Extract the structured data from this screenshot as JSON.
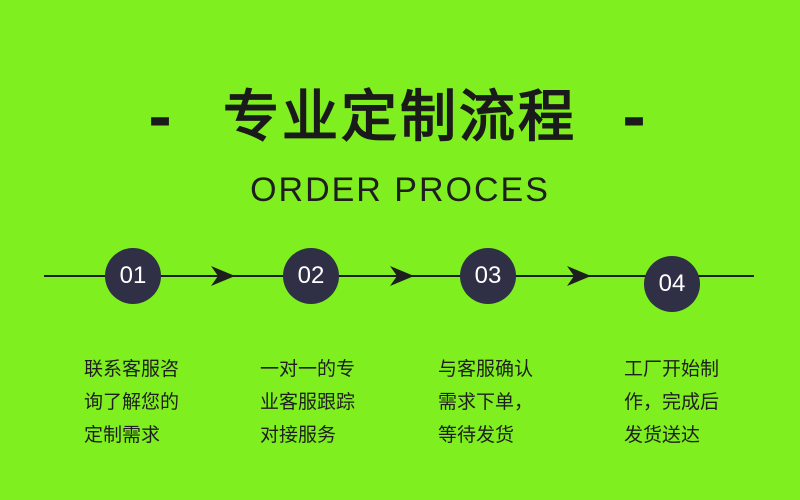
{
  "header": {
    "left_dash": "-",
    "title": "专业定制流程",
    "right_dash": "-",
    "subtitle": "ORDER PROCES"
  },
  "steps": [
    {
      "number": "01",
      "lines": [
        "联系客服咨",
        "询了解您的",
        "定制需求"
      ]
    },
    {
      "number": "02",
      "lines": [
        "一对一的专",
        "业客服跟踪",
        "对接服务"
      ]
    },
    {
      "number": "03",
      "lines": [
        "与客服确认",
        "需求下单，",
        "等待发货"
      ]
    },
    {
      "number": "04",
      "lines": [
        "工厂开始制",
        "作，完成后",
        "发货送达"
      ]
    }
  ],
  "colors": {
    "background": "#7fef1f",
    "circle": "#2f2f46",
    "text": "#1f1f1f"
  }
}
